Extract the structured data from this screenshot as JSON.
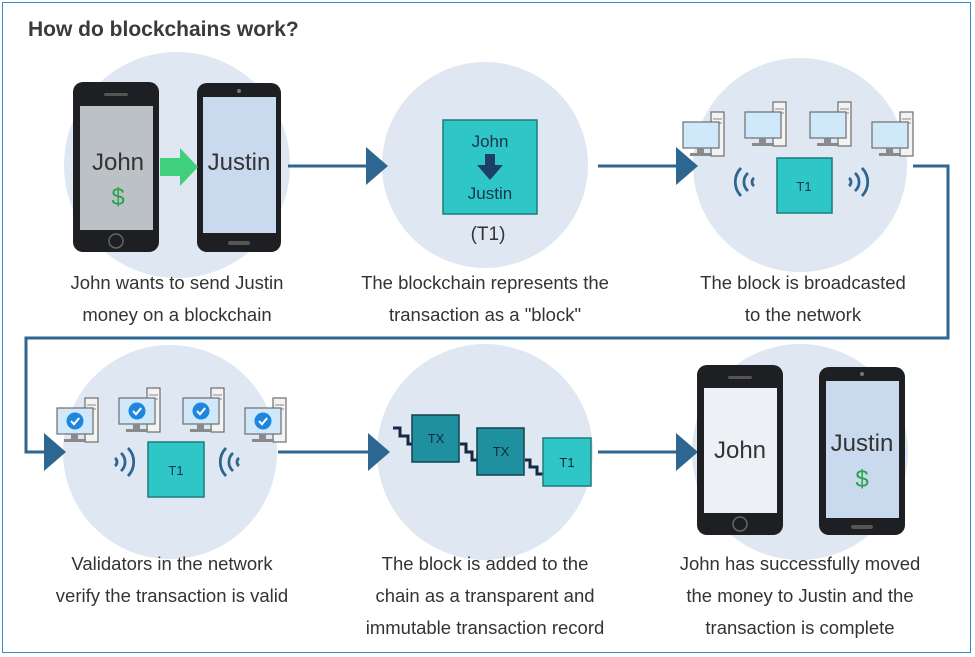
{
  "title": "How do blockchains work?",
  "colors": {
    "flow": "#2d6690",
    "circle": "#dfe7f2",
    "block": "#2ec6c6",
    "check": "#1d86dd",
    "money": "#2aa14c",
    "arrow_green": "#3fcf7d",
    "phone": "#1d1f22"
  },
  "steps": [
    {
      "caption": [
        "John wants to send Justin",
        "money on a blockchain"
      ],
      "sender": "John",
      "recipient": "Justin",
      "currency": "$"
    },
    {
      "caption": [
        "The blockchain represents the",
        "transaction as a \"block\""
      ],
      "block_from": "John",
      "block_to": "Justin",
      "block_id": "(T1)"
    },
    {
      "caption": [
        "The block is broadcasted",
        "to the network"
      ],
      "block": "T1"
    },
    {
      "caption": [
        "Validators in the network",
        "verify the transaction is valid"
      ],
      "block": "T1"
    },
    {
      "caption": [
        "The block is added to the",
        "chain as a transparent and",
        "immutable transaction record"
      ],
      "chain": [
        "TX",
        "TX",
        "T1"
      ]
    },
    {
      "caption": [
        "John has successfully moved",
        "the money to Justin and the",
        "transaction is complete"
      ],
      "sender": "John",
      "recipient": "Justin",
      "currency": "$"
    }
  ],
  "icons": [
    "smartphone-icon",
    "computer-icon",
    "broadcast-signal-icon",
    "checkmark-icon",
    "down-arrow-icon",
    "right-arrow-icon"
  ]
}
